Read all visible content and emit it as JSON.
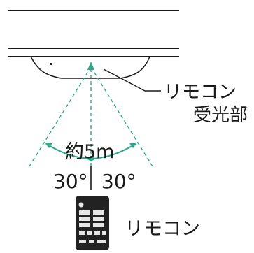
{
  "labels": {
    "sensor_line1": "リモコン",
    "sensor_line2": "受光部",
    "distance": "約5m",
    "angle_left": "30°",
    "angle_right": "30°",
    "remote": "リモコン"
  },
  "colors": {
    "line": "#1a1a1a",
    "accent": "#2fa88c",
    "remote_body": "#222222",
    "remote_button": "#e6e6e6"
  }
}
